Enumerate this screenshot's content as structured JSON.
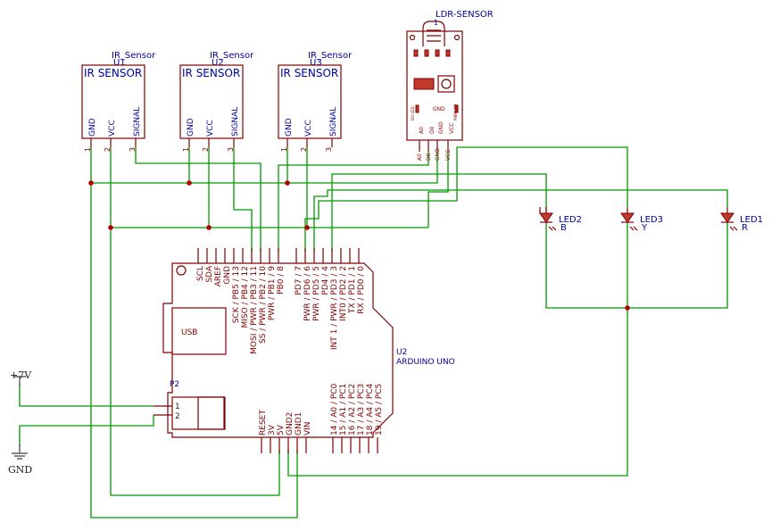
{
  "ir_sensors": [
    {
      "title": "IR_Sensor",
      "ref": "U1",
      "body_label": "IR SENSOR",
      "pins": [
        {
          "name": "GND",
          "num": "1"
        },
        {
          "name": "VCC",
          "num": "2"
        },
        {
          "name": "SIGNAL",
          "num": "3"
        }
      ]
    },
    {
      "title": "IR_Sensor",
      "ref": "U2",
      "body_label": "IR SENSOR",
      "pins": [
        {
          "name": "GND",
          "num": "1"
        },
        {
          "name": "VCC",
          "num": "2"
        },
        {
          "name": "SIGNAL",
          "num": "3"
        }
      ]
    },
    {
      "title": "IR_Sensor",
      "ref": "U3",
      "body_label": "IR SENSOR",
      "pins": [
        {
          "name": "GND",
          "num": "1"
        },
        {
          "name": "VCC",
          "num": "2"
        },
        {
          "name": "SIGNAL",
          "num": "3"
        }
      ]
    }
  ],
  "ldr": {
    "title": "LDR-SENSOR",
    "ref": "1",
    "pin_labels": [
      "A0",
      "D0",
      "GND",
      "VCC"
    ],
    "board_labels": [
      "A0",
      "D0",
      "GND",
      "VCC"
    ],
    "small_text": [
      "DO-LED",
      "PWR-LED"
    ]
  },
  "leds": [
    {
      "ref": "LED2",
      "color": "B"
    },
    {
      "ref": "LED3",
      "color": "Y"
    },
    {
      "ref": "LED1",
      "color": "R"
    }
  ],
  "arduino": {
    "ref": "U2",
    "name": "ARDUINO UNO",
    "usb": "USB",
    "top_pins_left": [
      "SCL",
      "SDA",
      "AREF",
      "GND",
      "SCK / PB5 / 13",
      "MISO / PB4 / 12",
      "MOSI / PWR / PB3 / 11",
      "SS / PWR / PB2 / 10",
      "PWR / PB1 / 9",
      "PB0 / 8"
    ],
    "top_pins_right": [
      "PD7 / 7",
      "PWR / PD6 / 6",
      "PWR / PD5 / 5",
      "PD4 / 4",
      "INT 1 / PWR / PD3 / 3",
      "INT0 / PD2 / 2",
      "TX / PD1 / 1",
      "RX / PD0 / 0"
    ],
    "bottom_pins_left": [
      "RESET",
      "3V",
      "5V",
      "GND2",
      "GND1",
      "VIN"
    ],
    "bottom_pins_right": [
      "14 / A0 / PC0",
      "15 / A1 / PC1",
      "16 / A2 / PC2",
      "17 / A3 / PC3",
      "18 / A4 / PC4",
      "19 / A5 / PC5"
    ]
  },
  "connector": {
    "ref": "P2",
    "pins": [
      "1",
      "2"
    ]
  },
  "power": {
    "vcc": "+7V",
    "gnd": "GND"
  },
  "colors": {
    "wire": "#009900",
    "part": "#800000",
    "label": "#0000a0",
    "junction": "#b00000"
  }
}
